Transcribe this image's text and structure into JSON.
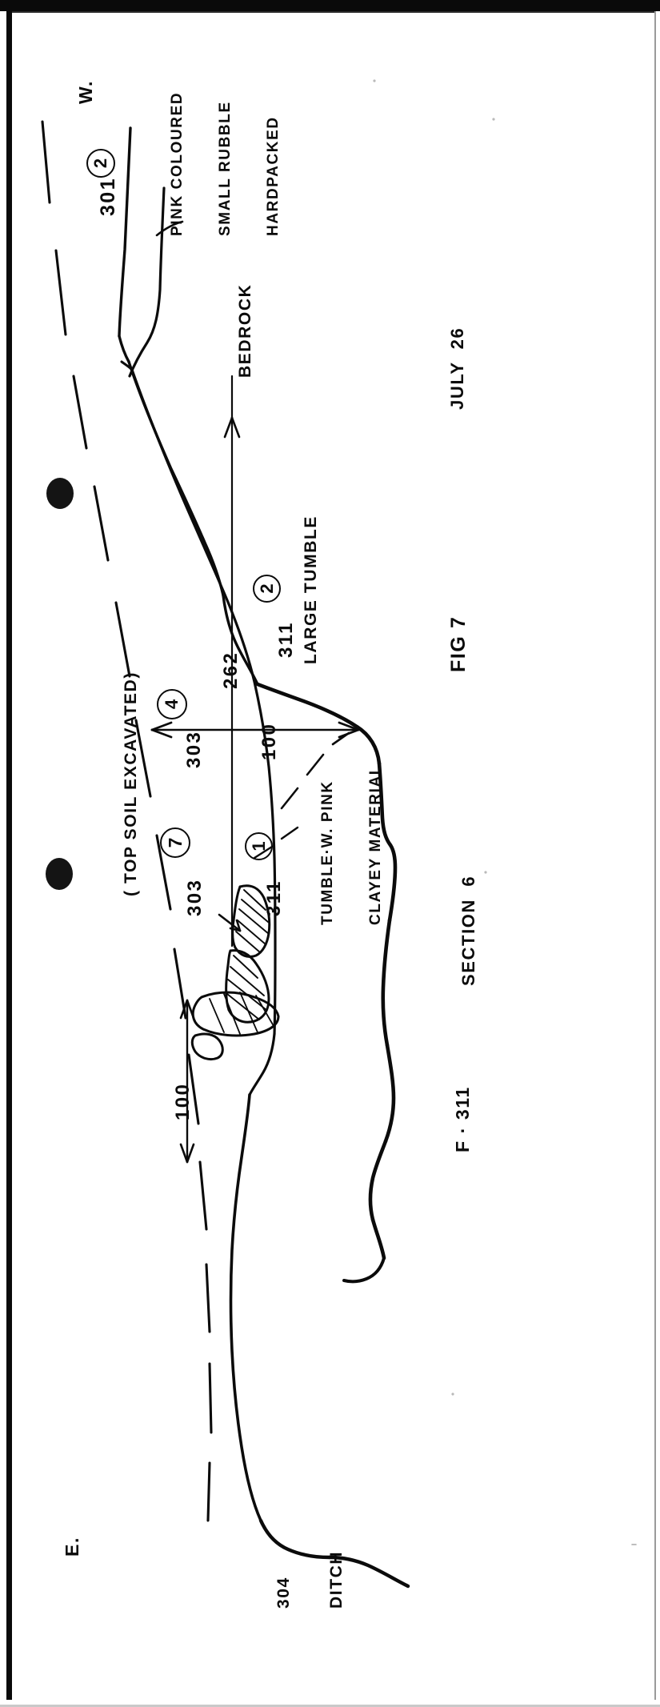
{
  "figure": {
    "caption": "FIG 7",
    "section_label": "SECTION  6",
    "feature_label": "F · 311",
    "date": "JULY  26"
  },
  "orientation": {
    "west": "W.",
    "east": "E."
  },
  "contexts": [
    {
      "id": "c301",
      "number": "301",
      "phase": "2",
      "description_lines": [
        "PINK COLOURED",
        "SMALL RUBBLE",
        "HARDPACKED"
      ]
    },
    {
      "id": "c303a",
      "number": "303",
      "phase": "4",
      "description_lines": []
    },
    {
      "id": "c303b",
      "number": "303",
      "phase": "7",
      "description_lines": []
    },
    {
      "id": "c311a",
      "number": "311",
      "phase": "1",
      "description_lines": [
        "TUMBLE·W. PINK",
        "CLAYEY MATERIAL"
      ]
    },
    {
      "id": "c311b",
      "number": "311",
      "phase": "2",
      "description_lines": [
        "LARGE TUMBLE"
      ]
    },
    {
      "id": "c304",
      "number": "304",
      "description_lines": [
        "DITCH"
      ]
    }
  ],
  "annotations": {
    "topsoil": "( TOP SOIL EXCAVATED)",
    "bedrock": "BEDROCK",
    "large_tumble": "LARGE TUMBLE",
    "tumble_pink_line1": "TUMBLE·W. PINK",
    "tumble_pink_line2": "CLAYEY MATERIAL",
    "rubble_line1": "PINK COLOURED",
    "rubble_line2": "SMALL RUBBLE",
    "rubble_line3": "HARDPACKED",
    "ditch": "DITCH"
  },
  "measurements": [
    {
      "id": "m262",
      "value": "262",
      "arrow": "single-up"
    },
    {
      "id": "m100a",
      "value": "100",
      "arrow": "double"
    },
    {
      "id": "m100b",
      "value": "100",
      "arrow": "double"
    }
  ],
  "colors": {
    "ink": "#0b0b0b",
    "paper": "#ffffff",
    "border": "#0a0a0a"
  }
}
